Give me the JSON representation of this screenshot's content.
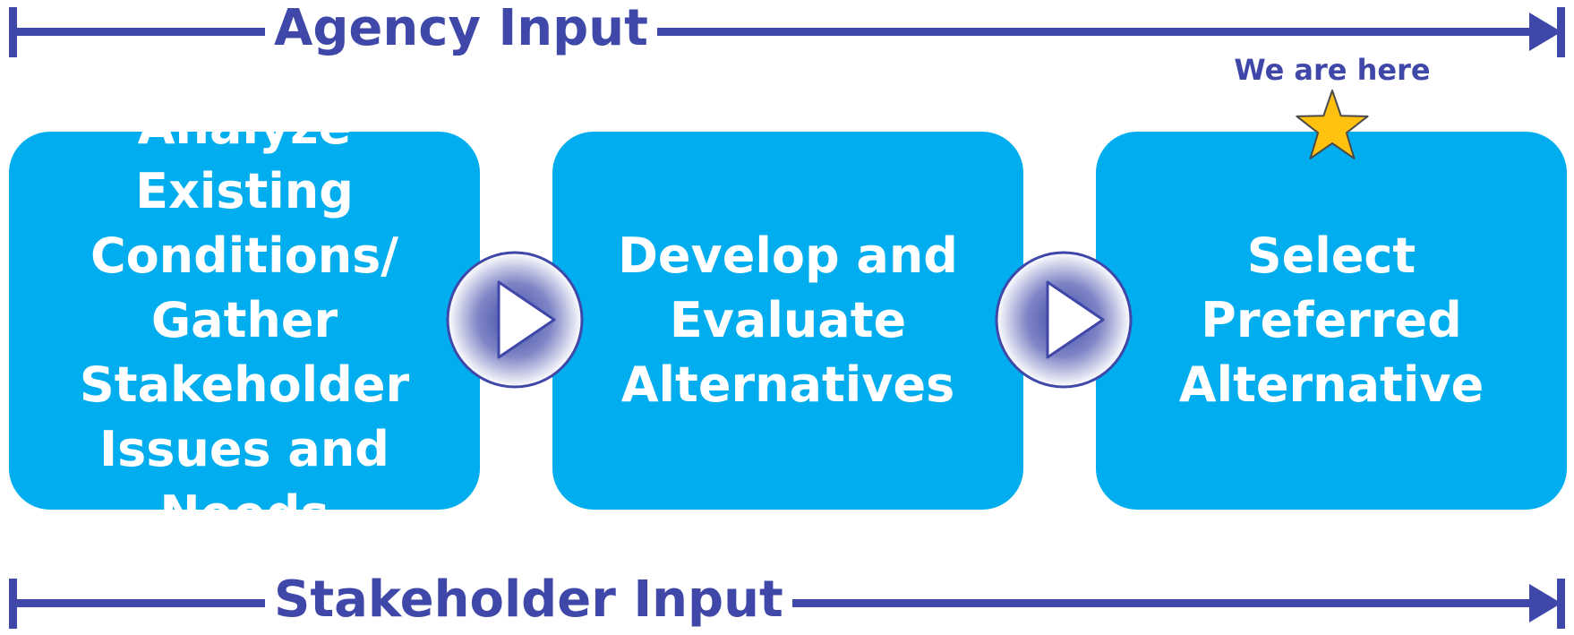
{
  "agency_bar": {
    "label": "Agency Input"
  },
  "stakeholder_bar": {
    "label": "Stakeholder Input"
  },
  "steps": [
    {
      "label": "Analyze Existing\nConditions/\nGather\nStakeholder\nIssues and Needs"
    },
    {
      "label": "Develop and\nEvaluate\nAlternatives"
    },
    {
      "label": "Select\nPreferred\nAlternative"
    }
  ],
  "current_marker": {
    "label": "We are here",
    "icon": "star-icon"
  },
  "colors": {
    "bar": "#3f48a8",
    "step_fill": "#00adef",
    "step_text": "#ffffff",
    "arrow_circle_edge": "#3f48a8",
    "star_fill": "#fdc10e",
    "star_stroke": "#4a4a4a"
  }
}
